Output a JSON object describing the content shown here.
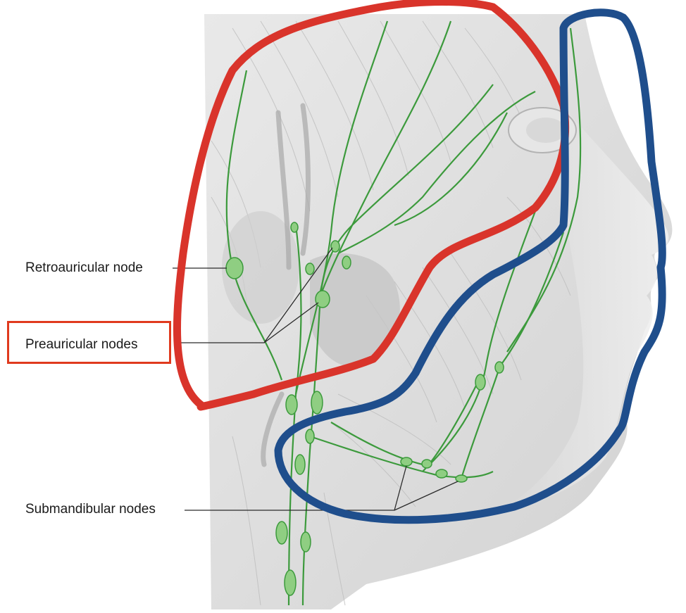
{
  "labels": {
    "retroauricular": "Retroauricular node",
    "preauricular": "Preauricular nodes",
    "submandibular": "Submandibular nodes"
  },
  "colors": {
    "red_outline": "#d9342b",
    "blue_outline": "#1f4e8c",
    "highlight_box": "#e03a1e",
    "lymph_green": "#3c9a3c",
    "node_fill": "#8fce82"
  }
}
